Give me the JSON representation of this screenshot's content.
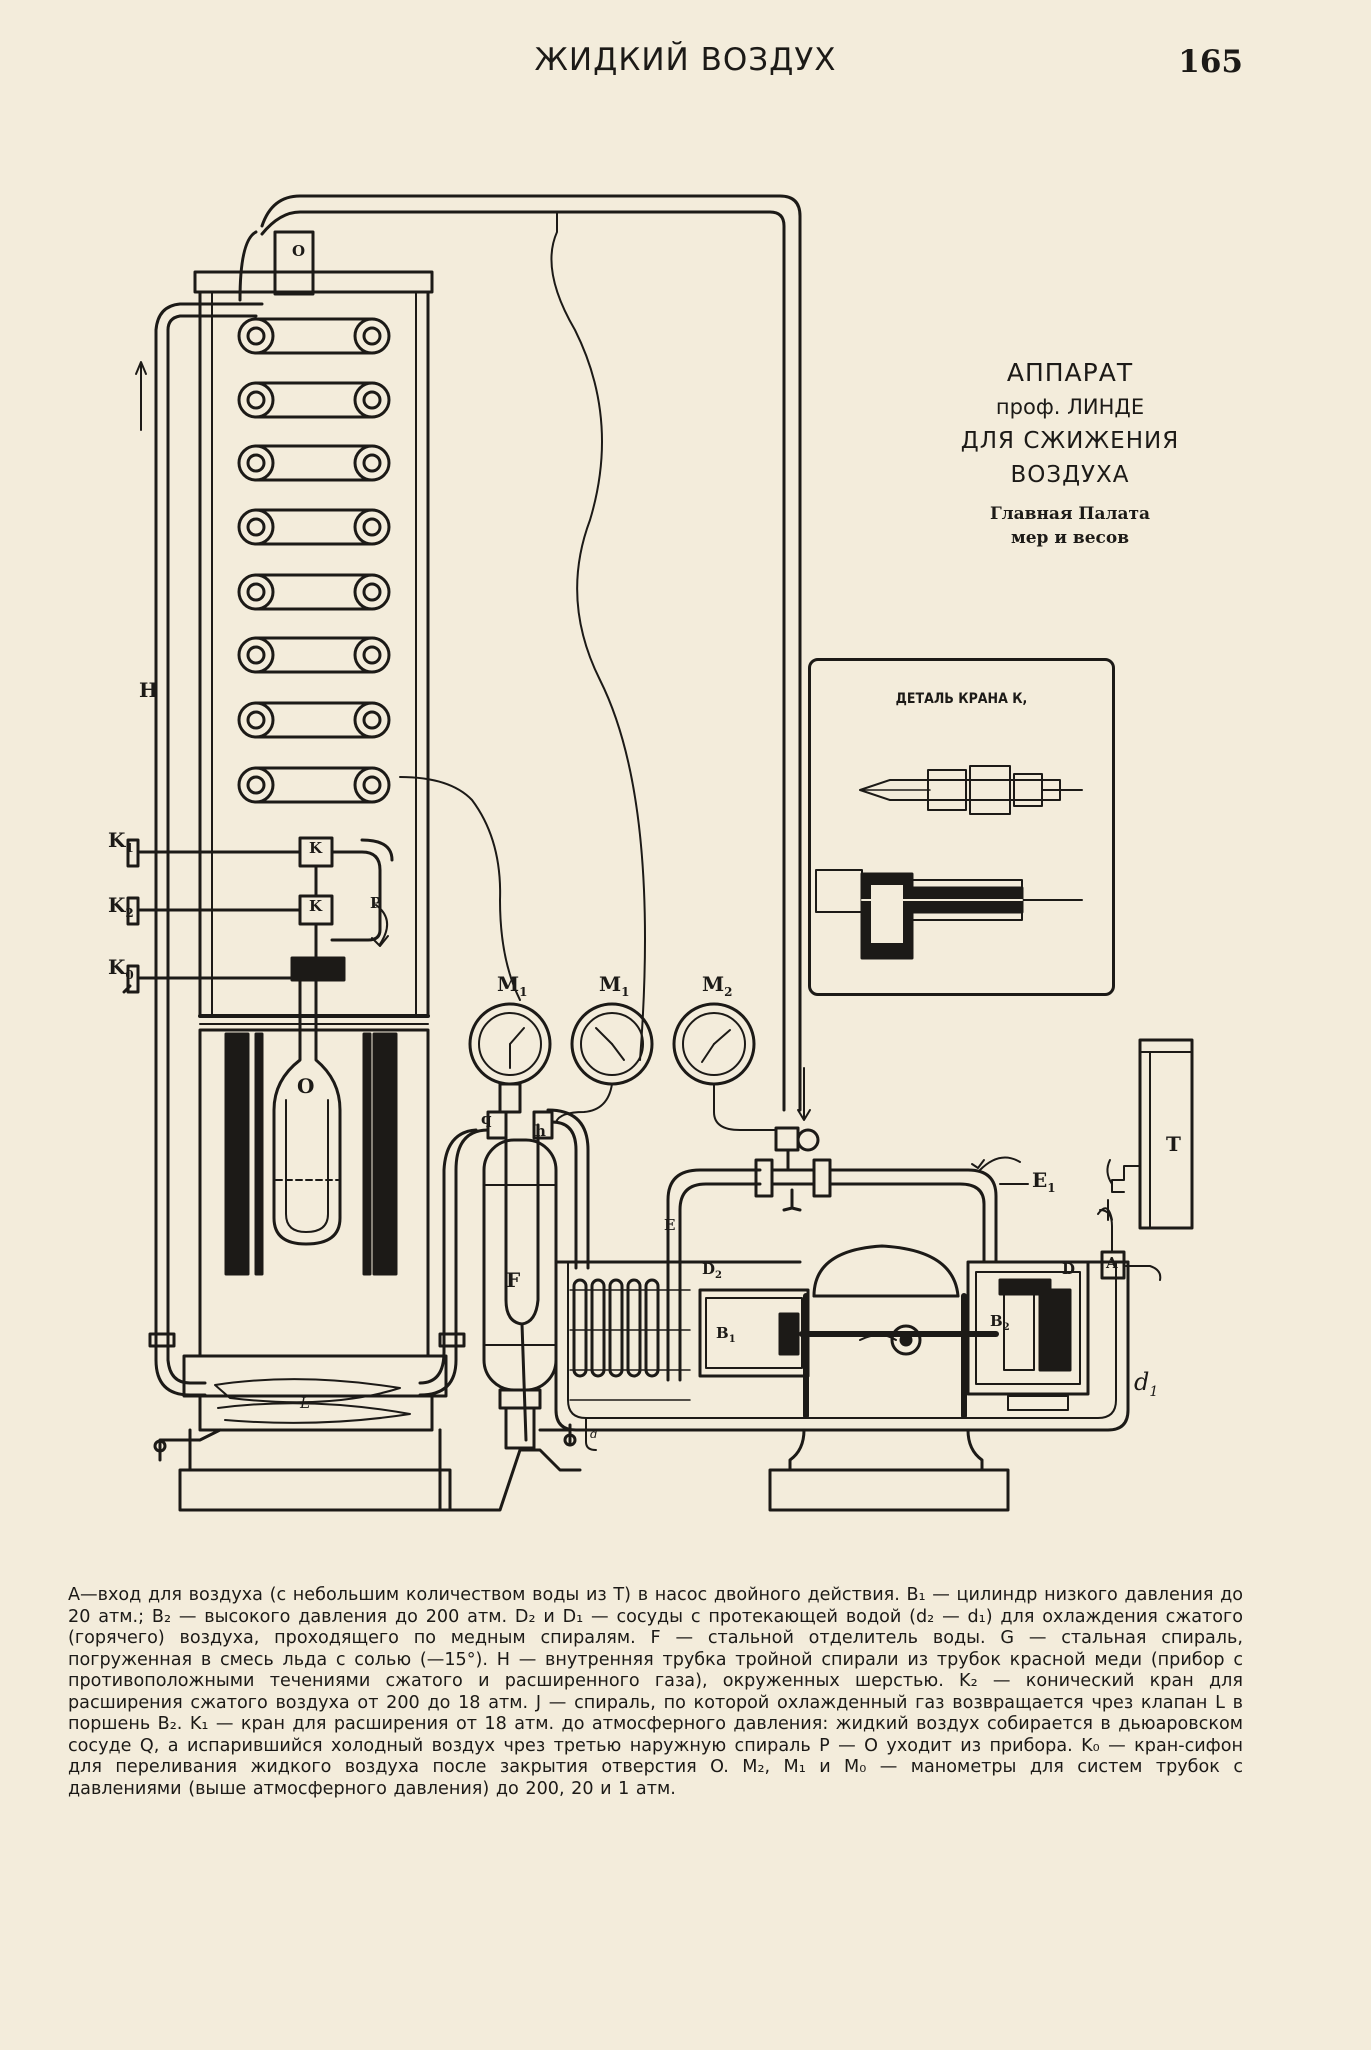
{
  "header": {
    "running_title": "ЖИДКИЙ ВОЗДУХ",
    "page_number": "165"
  },
  "figure_title": {
    "line1": "АППАРАТ",
    "line2": "проф. ЛИНДЕ",
    "line3": "ДЛЯ СЖИЖЕНИЯ",
    "line4": "ВОЗДУХА",
    "line5": "Главная Палата",
    "line6": "мер и весов"
  },
  "detail_inset": {
    "caption": "ДЕТАЛЬ КРАНА К,"
  },
  "figure_labels": {
    "O_top": "O",
    "H": "H",
    "K1_left": "K",
    "K1_left_sub": "1",
    "K2_left": "K",
    "K2_left_sub": "2",
    "K0_left": "K",
    "K0_left_sub": "0",
    "K_valve_upper": "K",
    "K_valve_lower": "K",
    "P": "P",
    "O_vessel": "O",
    "L": "L",
    "M_first": "M",
    "M_first_sub": "1",
    "M_second": "M",
    "M_second_sub": "1",
    "M_third": "M",
    "M_third_sub": "2",
    "F": "F",
    "q": "q",
    "h": "h",
    "E": "E",
    "E1": "E",
    "E1_sub": "1",
    "D2": "D",
    "D2_sub": "2",
    "D1": "D",
    "B_left": "B",
    "B_left_sub": "1",
    "B_right": "B",
    "B_right_sub": "2",
    "d1": "d",
    "d1_sub": "1",
    "d1_small": "d",
    "T": "T",
    "A": "A"
  },
  "caption_text": "A—вход для воздуха (с небольшим количеством воды из T) в насос двойного действия. B₁ — цилиндр низкого давления до 20 атм.; B₂ — высокого давления до 200 атм. D₂ и D₁ — сосуды с протекающей водой (d₂ — d₁) для охлаждения сжатого (горячего) воздуха, проходящего по медным спиралям. F — стальной отделитель воды. G — стальная спираль, погруженная в смесь льда с солью (—15°). H — внутренняя трубка тройной спирали из трубок красной меди (прибор с противоположными течениями сжатого и расширенного газа), окруженных шерстью. K₂ — конический кран для расширения сжатого воздуха от 200 до 18 атм. J — спираль, по которой охлажденный газ возвращается чрез клапан L в поршень B₂. K₁ — кран для расширения от 18 атм. до атмосферного давления: жидкий воздух собирается в дьюаровском сосуде Q, а испарившийся холодный воздух чрез третью наружную спираль P — O уходит из прибора. K₀ — кран-сифон для переливания жидкого воздуха после закрытия отверстия O. M₂, M₁ и M₀ — манометры для систем трубок с давлениями (выше атмосферного давления) до 200, 20 и 1 атм."
}
